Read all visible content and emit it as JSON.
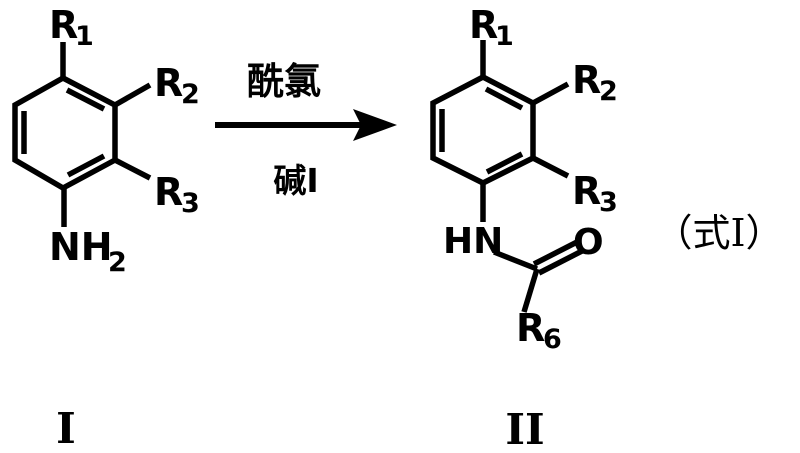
{
  "colors": {
    "ink": "#000000",
    "background": "#ffffff"
  },
  "reaction": {
    "reagent_above_arrow": "酰氯",
    "reagent_below_arrow": "碱I",
    "formula_annotation": "（式Ⅰ）"
  },
  "reactant": {
    "label": "I",
    "r1": {
      "base": "R",
      "sub": "1"
    },
    "r2": {
      "base": "R",
      "sub": "2"
    },
    "r3": {
      "base": "R",
      "sub": "3"
    },
    "amine": {
      "base": "NH",
      "sub": "2"
    }
  },
  "product": {
    "label": "II",
    "r1": {
      "base": "R",
      "sub": "1"
    },
    "r2": {
      "base": "R",
      "sub": "2"
    },
    "r3": {
      "base": "R",
      "sub": "3"
    },
    "amide": {
      "nh": "HN",
      "o": "O",
      "r6": {
        "base": "R",
        "sub": "6"
      }
    }
  }
}
